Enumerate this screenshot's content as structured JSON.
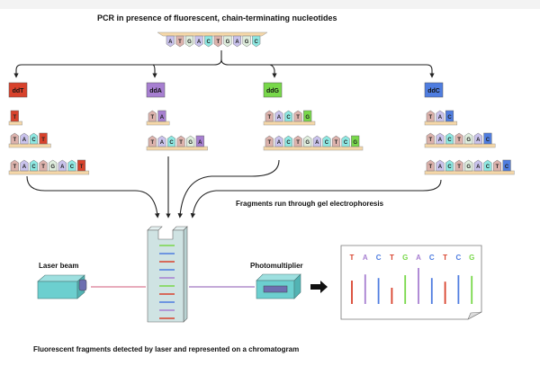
{
  "title": "PCR in presence of fluorescent, chain-terminating nucleotides",
  "template_strand": [
    "A",
    "T",
    "G",
    "A",
    "C",
    "T",
    "G",
    "A",
    "G",
    "C"
  ],
  "base_colors": {
    "A": "#c9c2ec",
    "T": "#dcb2ac",
    "G": "#dfeedd",
    "C": "#8ee8e2"
  },
  "dd_colors": {
    "T": "#d8422c",
    "A": "#a77fd1",
    "G": "#78d84a",
    "C": "#4f7de0"
  },
  "backbone_color": "#f5d7a8",
  "reactions": [
    {
      "label": "ddT",
      "terminator": "T",
      "fragments": [
        "T",
        "TACT",
        "TACTGACT"
      ]
    },
    {
      "label": "ddA",
      "terminator": "A",
      "fragments": [
        "TA",
        "TACTGA"
      ]
    },
    {
      "label": "ddG",
      "terminator": "G",
      "fragments": [
        "TACTG",
        "TACTGACTCG"
      ]
    },
    {
      "label": "ddC",
      "terminator": "C",
      "fragments": [
        "TAC",
        "TACTGAC",
        "TACTGACTC"
      ]
    }
  ],
  "gel_caption": "Fragments run through gel electrophoresis",
  "gel_bands": [
    "G",
    "C",
    "T",
    "C",
    "A",
    "G",
    "T",
    "C",
    "A",
    "T"
  ],
  "laser_label": "Laser beam",
  "photomultiplier_label": "Photomultiplier",
  "chromatogram": {
    "sequence": [
      "T",
      "A",
      "C",
      "T",
      "G",
      "A",
      "C",
      "T",
      "C",
      "G"
    ],
    "peak_heights": [
      0.65,
      0.82,
      0.72,
      0.45,
      0.8,
      1.0,
      0.72,
      0.62,
      0.8,
      0.78
    ]
  },
  "bottom_caption": "Fluorescent fragments detected by laser and represented on a chromatogram"
}
